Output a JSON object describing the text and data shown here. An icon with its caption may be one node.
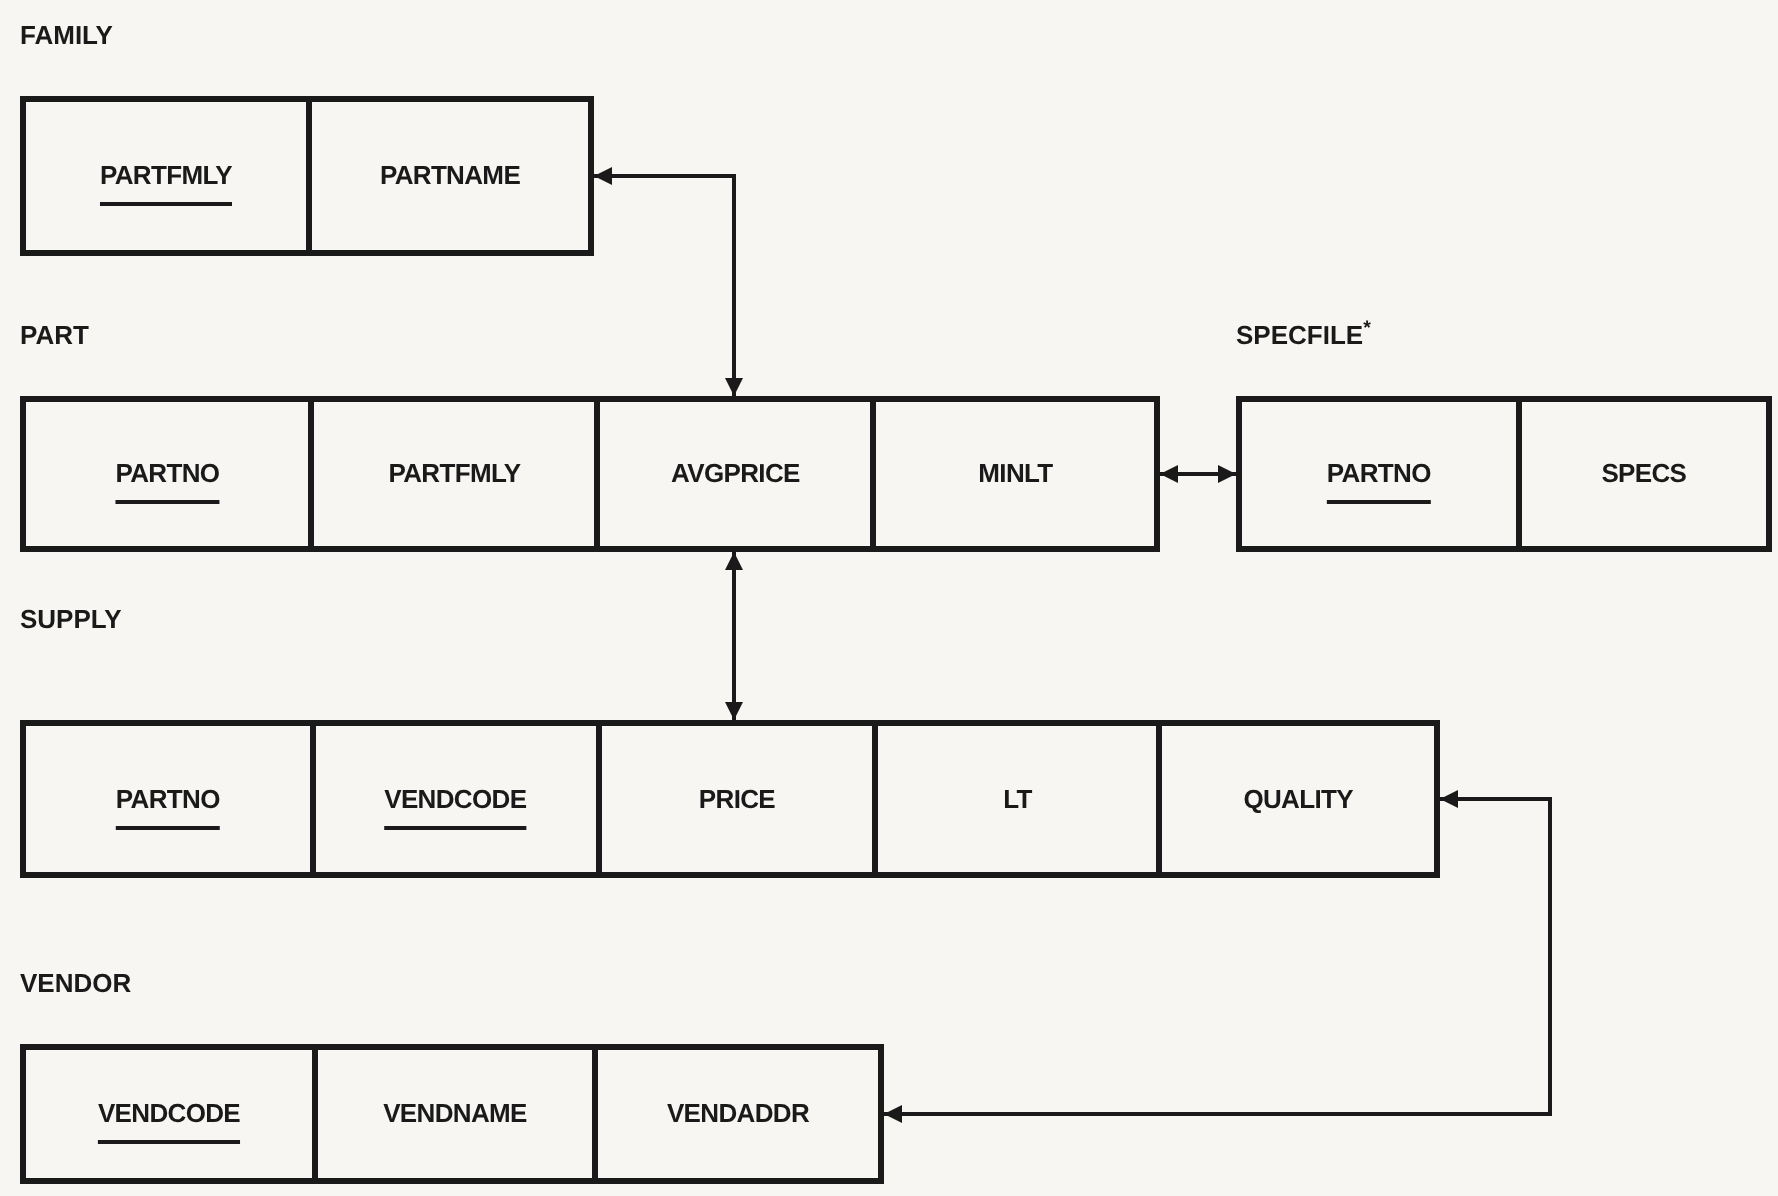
{
  "diagram": {
    "nodes": [
      {
        "text": [
          "FAMILY"
        ]
      },
      {
        "text": [
          "PARTFMLY"
        ],
        "in": 0
      },
      {
        "text": [
          "PARTNAME"
        ],
        "in": 0
      },
      {
        "text": [
          "PART"
        ]
      },
      {
        "text": [
          "PARTNO"
        ],
        "in": 3
      },
      {
        "text": [
          "PARTFMLY"
        ],
        "in": 3
      },
      {
        "text": [
          "AVGPRICE"
        ],
        "in": 3
      },
      {
        "text": [
          "MINLT"
        ],
        "in": 3
      },
      {
        "text": [
          "SPECFILE$^{*}$"
        ]
      },
      {
        "text": [
          "PARTNO"
        ],
        "in": 8
      },
      {
        "text": [
          "SPECS"
        ],
        "in": 8
      },
      {
        "text": [
          "SUPPLY"
        ]
      },
      {
        "text": [
          "PARTNO"
        ],
        "in": 11
      },
      {
        "text": [
          "VENDCODE"
        ],
        "in": 11
      },
      {
        "text": [
          "PRICE"
        ],
        "in": 11
      },
      {
        "text": [
          "LT"
        ],
        "in": 11
      },
      {
        "text": [
          "QUALITY"
        ],
        "in": 11
      },
      {
        "text": [
          "VENDOR"
        ]
      },
      {
        "text": [
          "VENDCODE"
        ],
        "in": 17
      },
      {
        "text": [
          "VENDNAME"
        ],
        "in": 17
      },
      {
        "text": [
          "VENDADDR"
        ],
        "in": 17
      }
    ],
    "edges": [
      {
        "from": 2,
        "to": 6,
        "arrow": "both"
      },
      {
        "from": 7,
        "to": 9,
        "arrow": "both"
      },
      {
        "from": 6,
        "to": 14,
        "arrow": "both"
      },
      {
        "from": 16,
        "to": 20,
        "arrow": "both"
      }
    ]
  }
}
